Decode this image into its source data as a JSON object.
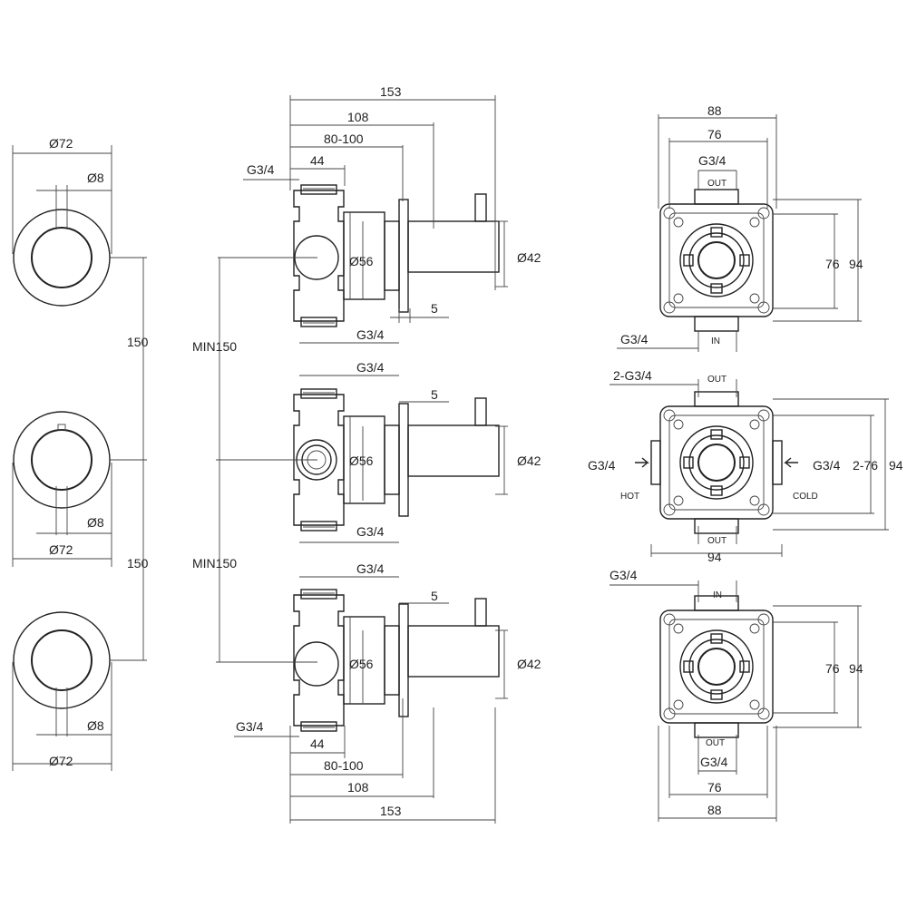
{
  "handles": {
    "dia72": "Ø72",
    "dia8": "Ø8",
    "spacing1": "150",
    "spacing2": "150"
  },
  "valves": {
    "d153": "153",
    "d108": "108",
    "d80_100": "80-100",
    "d44": "44",
    "g34": "G3/4",
    "d56": "Ø56",
    "d42": "Ø42",
    "d5": "5",
    "min150": "MIN150"
  },
  "ports": {
    "d88": "88",
    "d76": "76",
    "d94": "94",
    "d2_76": "2-76",
    "g34": "G3/4",
    "g34_2": "2-G3/4",
    "out": "OUT",
    "in": "IN",
    "hot": "HOT",
    "cold": "COLD"
  }
}
